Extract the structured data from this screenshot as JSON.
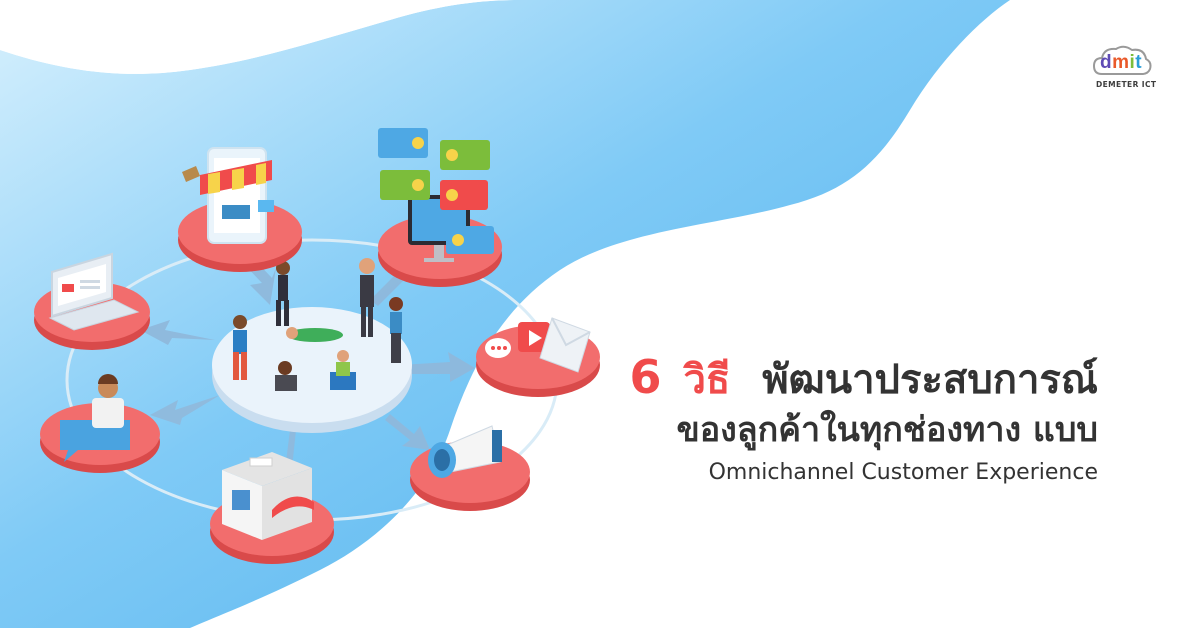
{
  "logo": {
    "mark_d": "d",
    "mark_m": "m",
    "mark_i": "i",
    "mark_t": "t",
    "company": "DEMETER ICT"
  },
  "headline": {
    "number": "6",
    "ways": "วิธี",
    "line1_rest": "พัฒนาประสบการณ์",
    "line2": "ของลูกค้าในทุกช่องทาง แบบ",
    "line3": "Omnichannel Customer Experience"
  },
  "colors": {
    "accent_red": "#f04b4b",
    "pad_red": "#f26d6d",
    "sky_blue": "#5ab8f0",
    "text_dark": "#333333"
  },
  "icons": [
    "shop-icon",
    "laptop-icon",
    "chat-reviews-icon",
    "video-play-icon",
    "mail-icon",
    "megaphone-icon",
    "support-agent-icon",
    "store-icon",
    "people-group-icon"
  ]
}
